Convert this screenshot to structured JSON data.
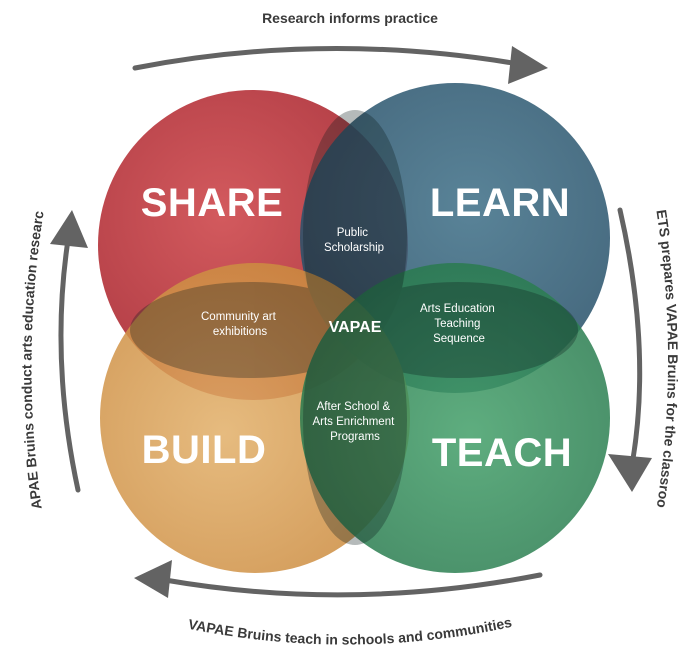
{
  "cycle": {
    "top": "Research informs practice",
    "right": "AETS prepares VAPAE Bruins for the classroom",
    "bottom": "VAPAE Bruins teach in schools and communities",
    "left": "VAPAE Bruins conduct arts education research"
  },
  "circles": {
    "share": "SHARE",
    "learn": "LEARN",
    "build": "BUILD",
    "teach": "TEACH"
  },
  "overlaps": {
    "share_learn": [
      "Public",
      "Scholarship"
    ],
    "share_build": [
      "Community art",
      "exhibitions"
    ],
    "learn_teach": [
      "Arts Education",
      "Teaching",
      "Sequence"
    ],
    "build_teach": [
      "After School &",
      "Arts Enrichment",
      "Programs"
    ],
    "center": "VAPAE"
  },
  "colors": {
    "share": "#c0343b",
    "learn": "#2e5d78",
    "build": "#d79a46",
    "teach": "#2f8a55",
    "arrow": "#636363"
  }
}
